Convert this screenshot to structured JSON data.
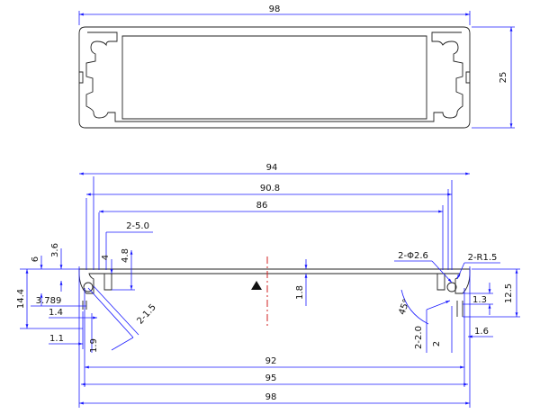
{
  "top_view": {
    "dims": {
      "width": "98",
      "height": "25"
    }
  },
  "section_view": {
    "dims": {
      "w94": "94",
      "w90_8": "90.8",
      "w86": "86",
      "d2_5_0": "2-5.0",
      "d6": "6",
      "d3_6": "3.6",
      "d4": "4",
      "d4_8": "4.8",
      "d14_4": "14.4",
      "d3_789": "3.789",
      "d1_4": "1.4",
      "d1_1": "1.1",
      "d1_9": "1.9",
      "d2_1_5": "2-1.5",
      "d1_8": "1.8",
      "d2_phi2_6": "2-Φ2.6",
      "d2_r1_5": "2-R1.5",
      "d1_3": "1.3",
      "d12_5": "12.5",
      "d45": "45°",
      "d2_2_0": "2-2.0",
      "d2": "2",
      "d1_6": "1.6",
      "w92": "92",
      "w95": "95",
      "w98": "98"
    }
  },
  "colors": {
    "dimension": "#1a1aff",
    "outline": "#222222",
    "centerline": "#d02020"
  }
}
